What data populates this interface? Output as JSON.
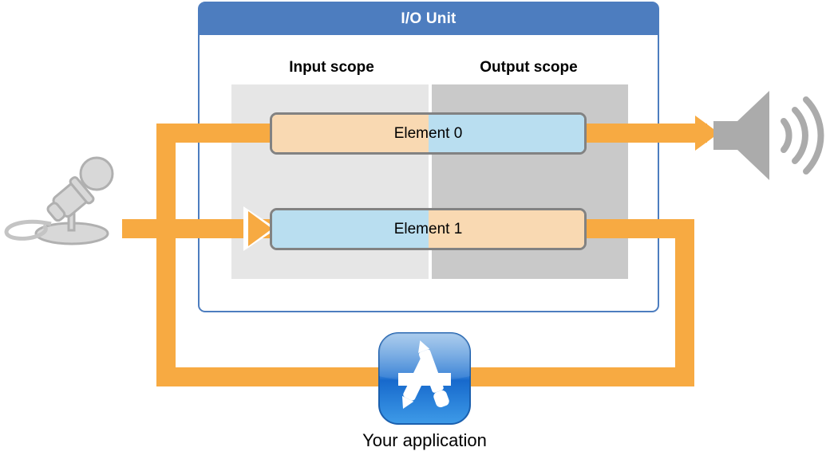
{
  "diagram": {
    "title": "I/O Unit",
    "unit": {
      "header_label": "I/O Unit",
      "border_color": "#4D7DBF",
      "header_color": "#4D7DBF"
    },
    "scopes": [
      {
        "id": "input",
        "label": "Input scope",
        "background": "#E6E6E6"
      },
      {
        "id": "output",
        "label": "Output scope",
        "background": "#C9C9C9"
      }
    ],
    "elements": [
      {
        "id": "element-0",
        "label": "Element 0",
        "input_half_color": "#F9D9B2",
        "output_half_color": "#B9DEF0",
        "input_half": "orange",
        "output_half": "blue"
      },
      {
        "id": "element-1",
        "label": "Element 1",
        "input_half_color": "#B9DEF0",
        "output_half_color": "#F9D9B2",
        "input_half": "blue",
        "output_half": "orange"
      }
    ],
    "devices": [
      {
        "id": "microphone",
        "icon": "microphone-icon",
        "color": "#BFBFBF"
      },
      {
        "id": "speaker",
        "icon": "speaker-icon",
        "color": "#ABABAB"
      }
    ],
    "application": {
      "caption": "Your application",
      "icon": "app-store-icon",
      "icon_color": "#1E73D2"
    },
    "signal_flow": {
      "color": "#F7AA42",
      "paths": [
        "microphone -> Element 1 input",
        "Element 1 output -> Your application",
        "Your application -> Element 0 input",
        "Element 0 output -> speaker"
      ]
    }
  }
}
